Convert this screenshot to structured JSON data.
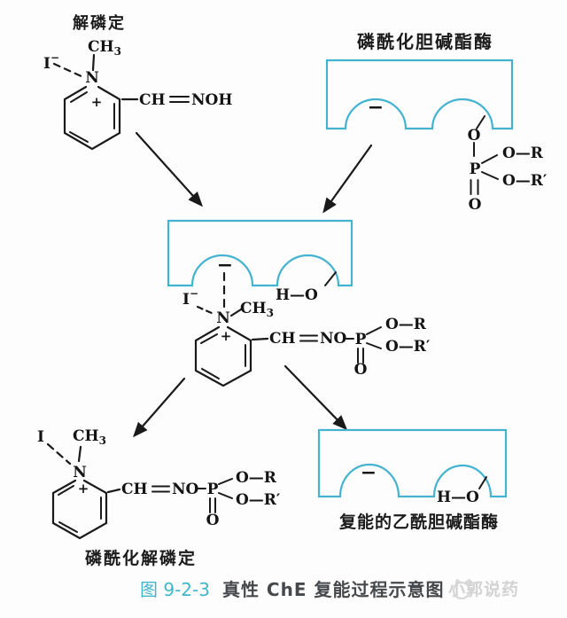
{
  "colors": {
    "enzyme_outline": "#44b3cf",
    "ink": "#1a1a1a",
    "figure_no_accent": "#41b7c9",
    "caption_text": "#46494b",
    "watermark": "#d3d3d3"
  },
  "top_left": {
    "title": "解磷定",
    "iodide": "I",
    "iodide_charge": "−",
    "methyl": "CH",
    "methyl_sub": "3",
    "nitrogen": "N",
    "charge": "+",
    "oxime_left": "CH",
    "oxime_right": "NOH"
  },
  "top_right": {
    "title": "磷酰化胆碱酯酶",
    "minus": "−",
    "o_link": "O",
    "phosphorus": "P",
    "o_dbl": "O",
    "o_r": "O—R",
    "o_r_prime": "O—R′"
  },
  "middle": {
    "minus": "−",
    "h_o": "H—O",
    "iodide": "I",
    "iodide_charge": "−",
    "methyl": "CH",
    "methyl_sub": "3",
    "nitrogen": "N",
    "charge": "+",
    "oxime_left": "CH",
    "oxime_right": "NO",
    "phosphorus": "P",
    "o_dbl": "O",
    "o_r": "O—R",
    "o_r_prime": "O—R′"
  },
  "bottom_left": {
    "label": "磷酰化解磷定",
    "iodide": "I",
    "methyl": "CH",
    "methyl_sub": "3",
    "nitrogen": "N",
    "charge": "+",
    "oxime_left": "CH",
    "oxime_right": "NO",
    "phosphorus": "P",
    "o_dbl": "O",
    "o_r": "O—R",
    "o_r_prime": "O—R′"
  },
  "bottom_right": {
    "label": "复能的乙酰胆碱酯酶",
    "minus": "−",
    "h_o": "H—O"
  },
  "caption": {
    "figure_no": "图 9-2-3",
    "title": "真性 ChE 复能过程示意图"
  },
  "watermark": {
    "text": "小郭说药"
  }
}
